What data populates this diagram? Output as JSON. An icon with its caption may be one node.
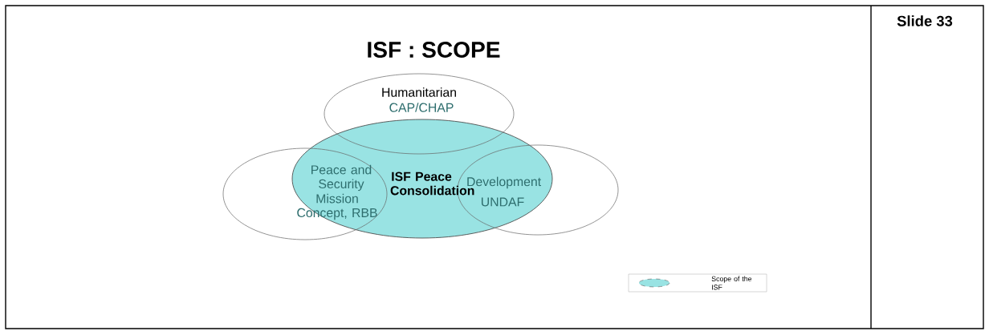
{
  "diagram": {
    "title": "ISF : SCOPE",
    "nodes": [
      {
        "text": [
          "Humanitarian",
          "CAP/CHAP"
        ]
      },
      {
        "text": [
          "Peace and Security",
          "Mission Concept, RBB"
        ]
      },
      {
        "text": [
          "Development",
          "UNDAF"
        ]
      },
      {
        "text": [
          "ISF Peace Consolidation"
        ]
      }
    ],
    "edges": [],
    "labels": [
      "Slide 33"
    ],
    "legend": [
      {
        "text": "Scope of the ISF",
        "color": "#99e3e3"
      }
    ]
  }
}
